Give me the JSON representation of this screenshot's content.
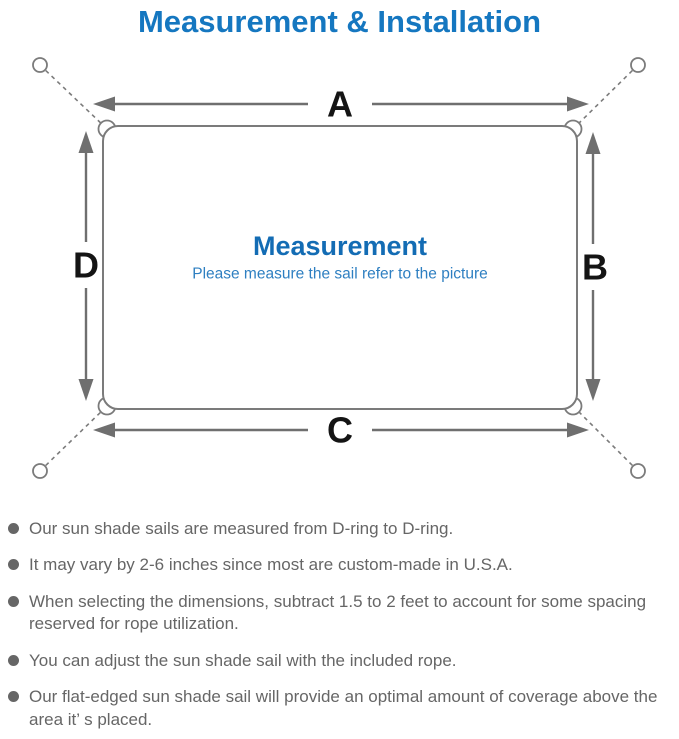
{
  "title": "Measurement & Installation",
  "diagram": {
    "heading": "Measurement",
    "subheading": "Please measure the sail refer to the picture",
    "labels": {
      "top": "A",
      "right": "B",
      "bottom": "C",
      "left": "D"
    }
  },
  "notes": [
    "Our sun shade sails are measured from D-ring to D-ring.",
    "It may vary by 2-6 inches since most are custom-made in U.S.A.",
    "When selecting the dimensions, subtract 1.5 to 2 feet to account for some spacing reserved for rope utilization.",
    "You can adjust the sun shade sail with the included rope.",
    "Our flat-edged sun shade sail will provide an optimal amount of coverage above the area it’ s placed."
  ],
  "colors": {
    "accent_blue": "#1577c0",
    "heading_blue": "#136cb4",
    "subtext_blue": "#2e7fc1",
    "diagram_gray": "#7b7b7b",
    "arrow_gray": "#6f6f6f",
    "label_black": "#141414",
    "text_gray": "#666666"
  }
}
